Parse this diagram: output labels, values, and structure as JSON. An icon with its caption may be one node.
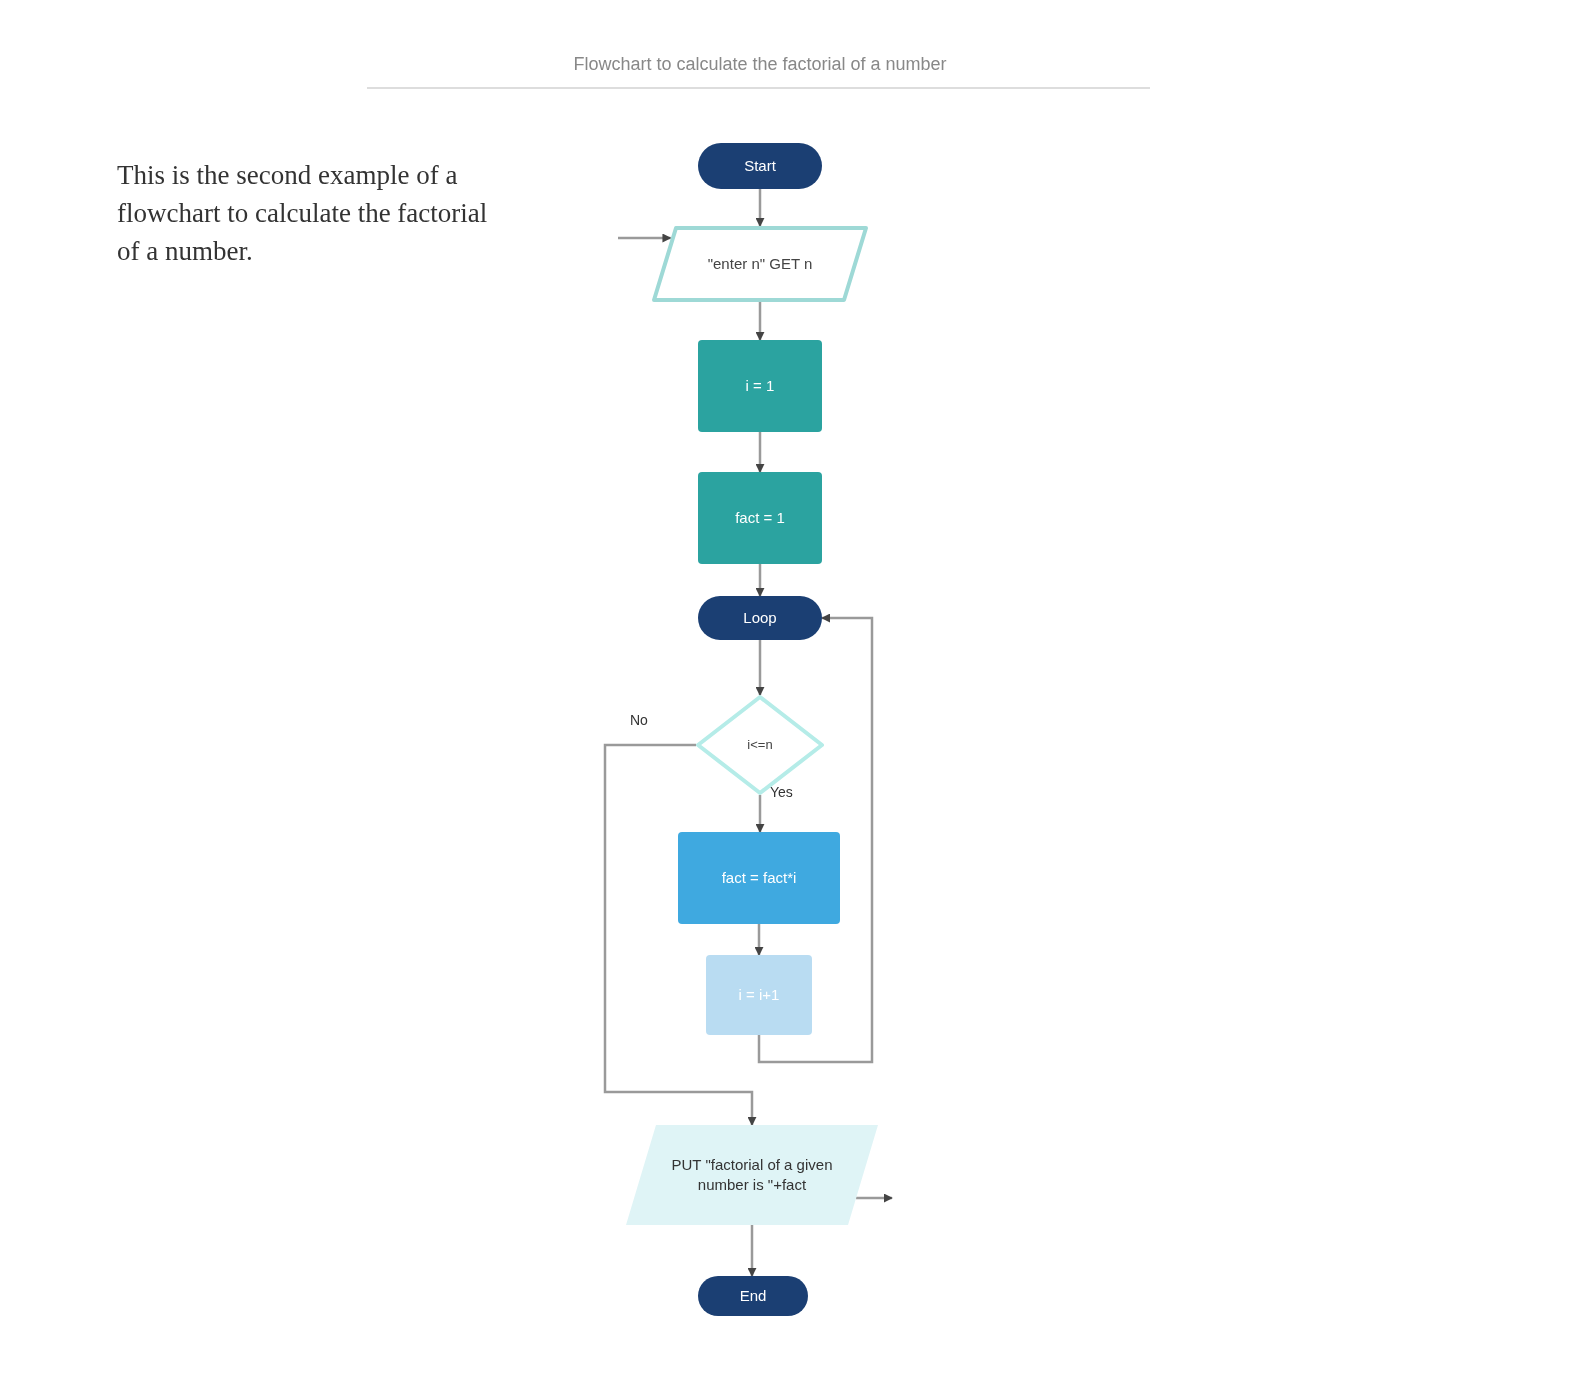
{
  "diagram": {
    "title": "Flowchart to calculate the factorial of a number",
    "nodes": [
      {
        "text": [
          "Start"
        ]
      },
      {
        "text": [
          "\"enter n\" GET n"
        ]
      },
      {
        "text": [
          "i = 1"
        ]
      },
      {
        "text": [
          "fact = 1"
        ]
      },
      {
        "text": [
          "Loop"
        ]
      },
      {
        "text": [
          "i<=n"
        ]
      },
      {
        "text": [
          "fact = fact*i"
        ]
      },
      {
        "text": [
          "i = i+1"
        ]
      },
      {
        "text": [
          "PUT \"factorial of a given number is \"+fact"
        ]
      },
      {
        "text": [
          "End"
        ]
      }
    ],
    "edges": [
      {
        "from": 0,
        "to": 1,
        "arrow": "to"
      },
      {
        "from": 1,
        "to": 2,
        "arrow": "to"
      },
      {
        "from": 2,
        "to": 3,
        "arrow": "to"
      },
      {
        "from": 3,
        "to": 4,
        "arrow": "to"
      },
      {
        "from": 4,
        "to": 5,
        "arrow": "to"
      },
      {
        "from": 5,
        "to": 6,
        "arrow": "to",
        "label": "Yes"
      },
      {
        "from": 6,
        "to": 7,
        "arrow": "to"
      },
      {
        "from": 7,
        "to": 4,
        "arrow": "to"
      },
      {
        "from": 5,
        "to": 8,
        "arrow": "to",
        "label": "No"
      },
      {
        "from": 8,
        "to": 9,
        "arrow": "to"
      },
      {
        "from": null,
        "to": 1,
        "arrow": "to"
      },
      {
        "from": 8,
        "to": null,
        "arrow": "to"
      }
    ],
    "labels": [
      "This is the second example of a flowchart to calculate the factorial of a number."
    ]
  }
}
